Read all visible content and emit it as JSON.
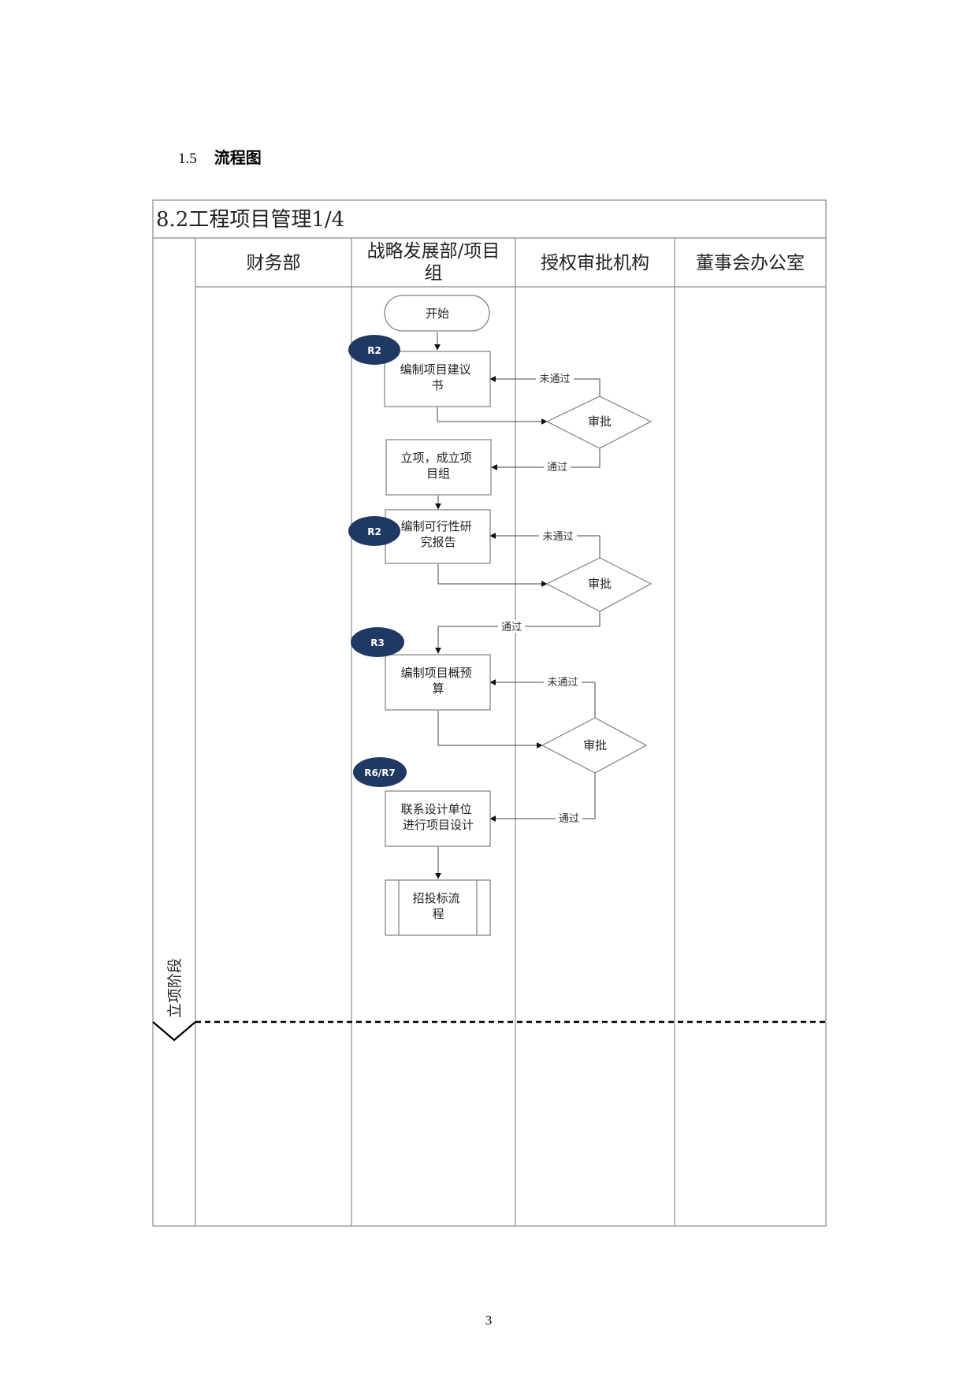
{
  "section": {
    "number": "1.5",
    "title": "流程图"
  },
  "chart_title": "8.2工程项目管理1/4",
  "lanes": [
    {
      "id": "finance",
      "header": "财务部"
    },
    {
      "id": "strategy",
      "header": "战略发展部/项目组"
    },
    {
      "id": "approval",
      "header": "授权审批机构"
    },
    {
      "id": "board",
      "header": "董事会办公室"
    }
  ],
  "phase_label": "立项阶段",
  "nodes": {
    "start": "开始",
    "proposal": "编制项目建议书",
    "setup": "立项，成立项目组",
    "feasibility": "编制可行性研究报告",
    "budget": "编制项目概预算",
    "design": "联系设计单位进行项目设计",
    "bidding": "招投标流程",
    "approve1": "审批",
    "approve2": "审批",
    "approve3": "审批"
  },
  "tags": {
    "t1": "R2",
    "t2": "R2",
    "t3": "R3",
    "t4": "R6/R7"
  },
  "edge_labels": {
    "reject1": "未通过",
    "pass1": "通过",
    "reject2": "未通过",
    "pass2": "通过",
    "reject3": "未通过",
    "pass3": "通过"
  },
  "colors": {
    "tag_fill": "#1f3864",
    "lane_line": "#8a8a8a"
  },
  "page_number": "3"
}
